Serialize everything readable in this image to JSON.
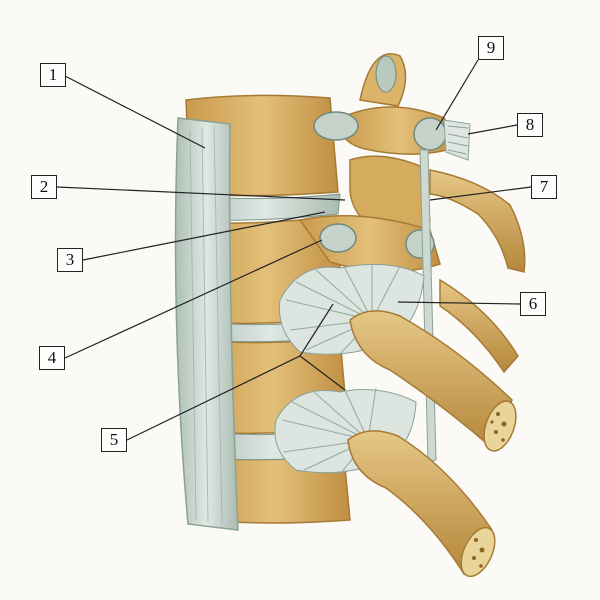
{
  "colors": {
    "background": "#fbfaf6",
    "bone": "#d9b264",
    "bone_dark": "#b78a3e",
    "bone_light": "#ead091",
    "ligament": "#c9d6cf",
    "ligament_dark": "#8fa79d",
    "line": "#222222"
  },
  "labels": [
    {
      "id": "label-1",
      "text": "1"
    },
    {
      "id": "label-2",
      "text": "2"
    },
    {
      "id": "label-3",
      "text": "3"
    },
    {
      "id": "label-4",
      "text": "4"
    },
    {
      "id": "label-5",
      "text": "5"
    },
    {
      "id": "label-6",
      "text": "6"
    },
    {
      "id": "label-7",
      "text": "7"
    },
    {
      "id": "label-8",
      "text": "8"
    },
    {
      "id": "label-9",
      "text": "9"
    }
  ]
}
